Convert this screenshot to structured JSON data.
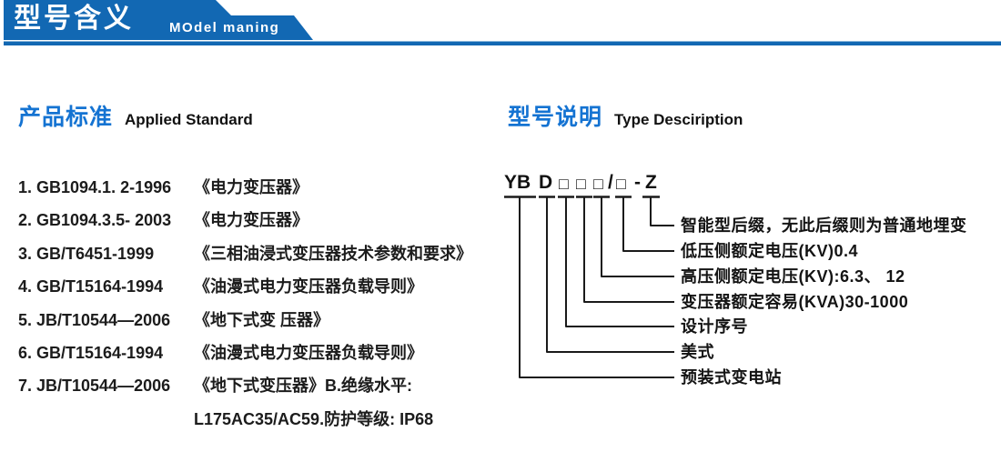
{
  "header": {
    "title": "型号含义",
    "subtitle": "MOdel maning"
  },
  "left": {
    "heading_cn": "产品标准",
    "heading_en": "Applied Standard",
    "items": [
      {
        "code": "1. GB1094.1. 2-1996",
        "title": "《电力变压器》"
      },
      {
        "code": "2. GB1094.3.5- 2003",
        "title": "《电力变压器》"
      },
      {
        "code": "3. GB/T6451-1999",
        "title": "《三相油浸式变压器技术参数和要求》"
      },
      {
        "code": "4. GB/T15164-1994",
        "title": "《油漫式电力变压器负载导则》"
      },
      {
        "code": "5. JB/T10544—2006",
        "title": "《地下式变 压器》"
      },
      {
        "code": "6. GB/T15164-1994",
        "title": "《油漫式电力变压器负载导则》"
      },
      {
        "code": "7. JB/T10544—2006",
        "title": "《地下式变压器》B.绝缘水平:"
      }
    ],
    "item7_line2": "L175AC35/AC59.防护等级: IP68"
  },
  "right": {
    "heading_cn": "型号说明",
    "heading_en": "Type Desciription",
    "model": {
      "segments": [
        "YB",
        "D",
        "□",
        "□",
        "□",
        "/",
        "□",
        "-",
        "Z"
      ],
      "labels": [
        "智能型后缀，无此后缀则为普通地埋变",
        "低压侧额定电压(KV)0.4",
        "高压侧额定电压(KV):6.3、 12",
        "变压器额定容易(KVA)30-1000",
        "设计序号",
        "美式",
        "预装式变电站"
      ]
    }
  },
  "colors": {
    "banner_blue": "#1268b3",
    "heading_blue": "#1473d2",
    "ink": "#1b1b1b"
  }
}
